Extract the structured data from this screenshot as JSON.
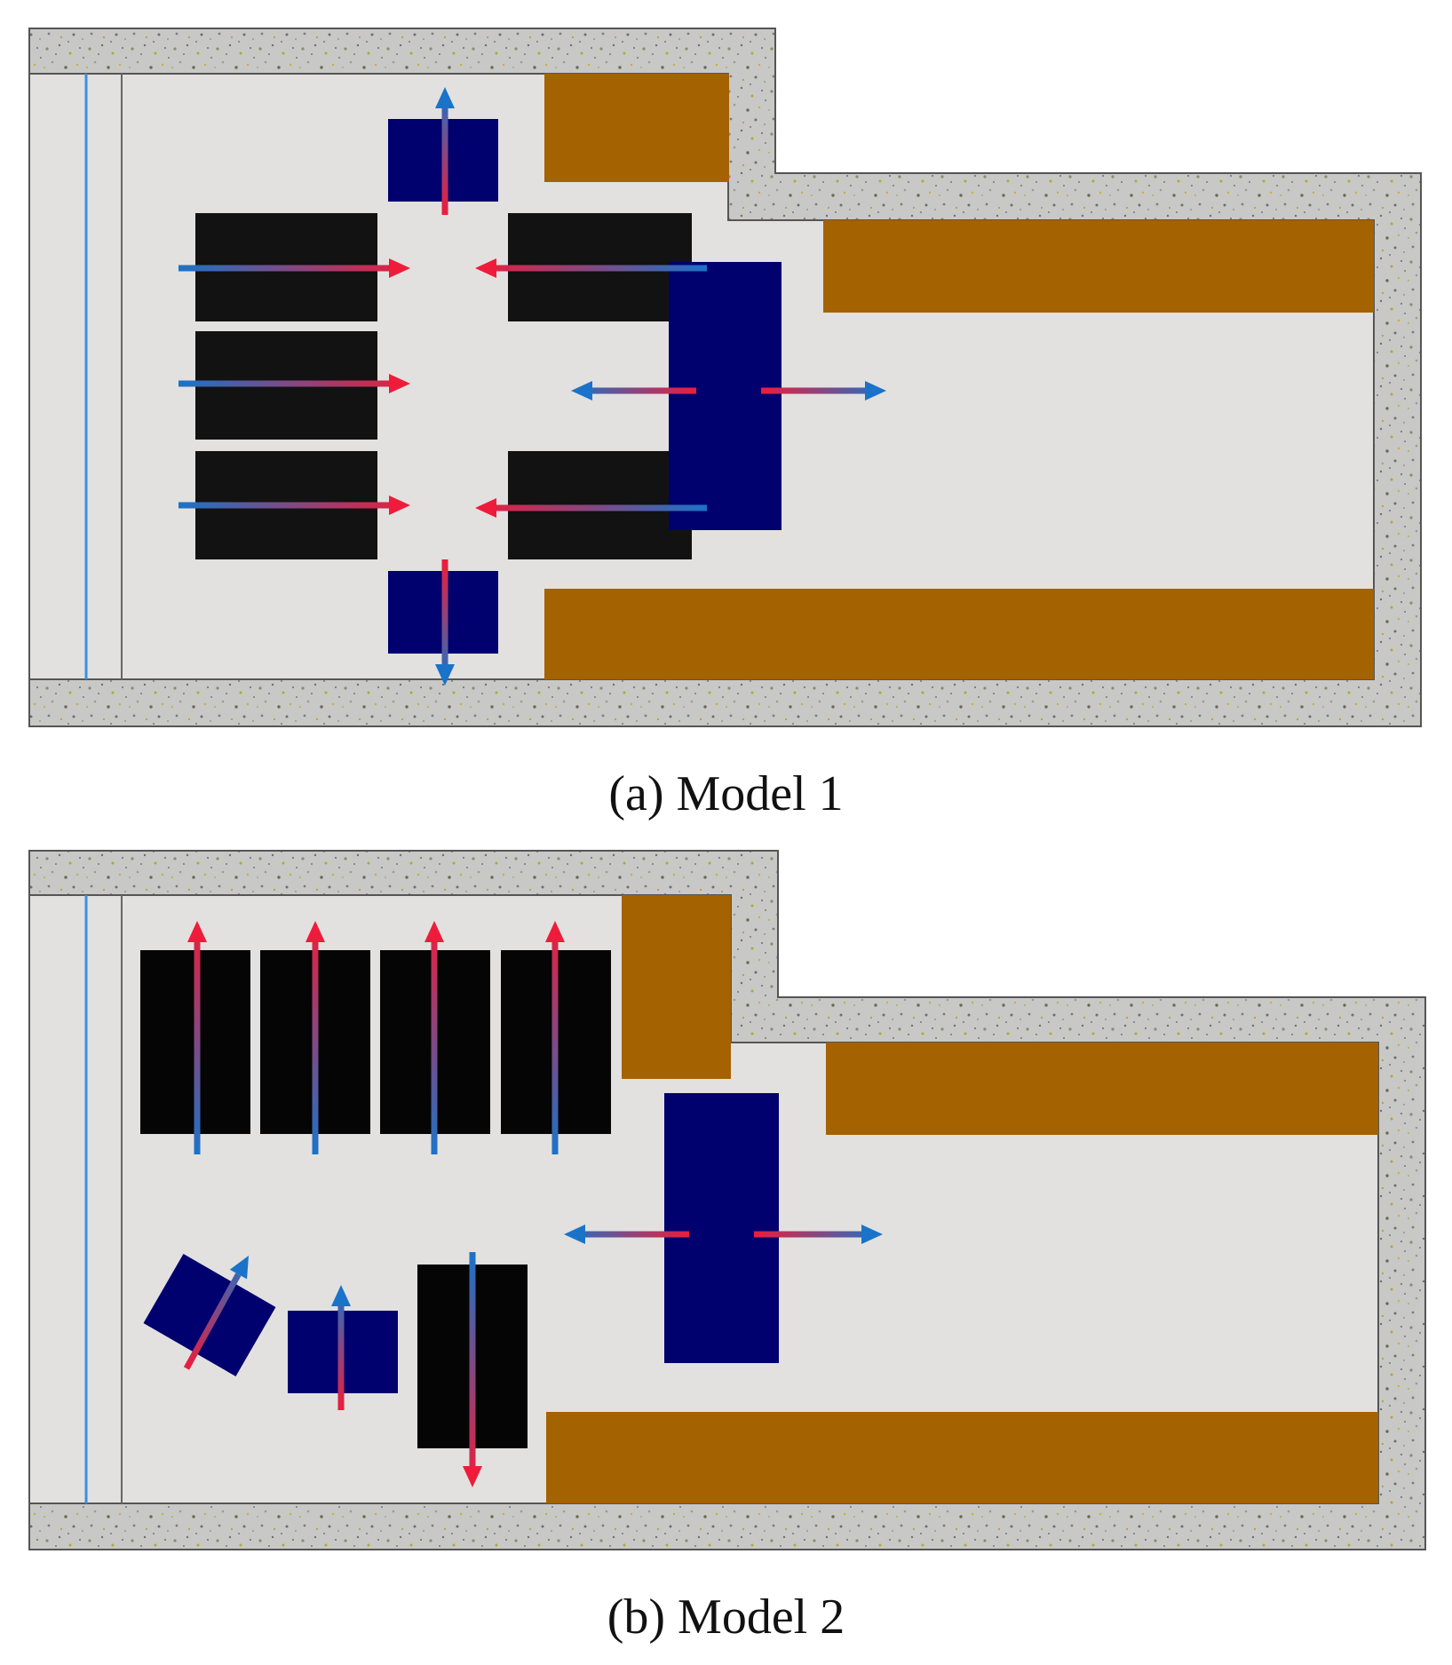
{
  "figure": {
    "panels": [
      {
        "id": "a",
        "caption": "(a) Model 1"
      },
      {
        "id": "b",
        "caption": "(b) Model 2"
      }
    ]
  },
  "colors": {
    "concrete": "#c8c8c6",
    "floor": "#e2e1e0",
    "wood": "#a56200",
    "black_block": "#121212",
    "blue_block": "#00006e",
    "arrow_blue": "#1a73c8",
    "arrow_red": "#ee1c3a",
    "line_blue": "#3b8fe0",
    "edge": "#555555"
  }
}
